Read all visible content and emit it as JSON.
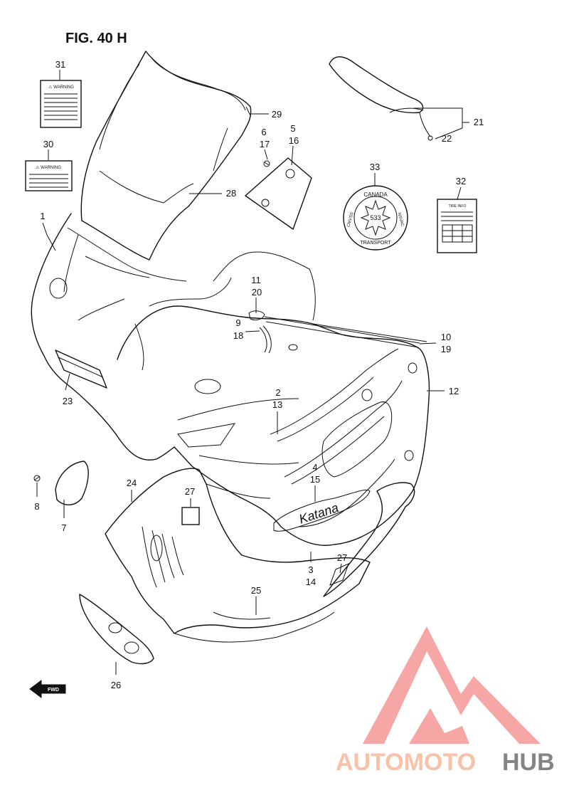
{
  "figure": {
    "title": "FIG. 40 H"
  },
  "labels": {
    "warning_31": "⚠ WARNING",
    "warning_30": "⚠ WARNING",
    "badge_top": "CANADA",
    "badge_left": "CMVSS",
    "badge_right": "NSVAC",
    "badge_bottom": "TRANSPORT",
    "badge_center": "533",
    "decal_model": "Katana",
    "fwd_arrow": "FWD",
    "label_32_header": "TIRE INFO"
  },
  "callouts": [
    "31",
    "30",
    "1",
    "29",
    "6",
    "17",
    "5",
    "16",
    "28",
    "33",
    "32",
    "21",
    "22",
    "11",
    "20",
    "9",
    "18",
    "10",
    "19",
    "12",
    "2",
    "13",
    "23",
    "4",
    "15",
    "8",
    "7",
    "24",
    "27",
    "27",
    "3",
    "14",
    "25",
    "26"
  ],
  "watermark": {
    "brand_a": "AUTOMOTO",
    "brand_b": "HUB",
    "color_a": "#f7b79a",
    "color_b": "#6f6f6f",
    "logo_color": "#f26b6b"
  }
}
